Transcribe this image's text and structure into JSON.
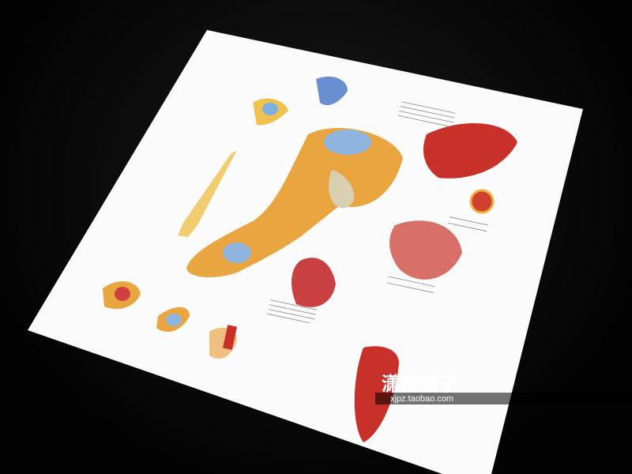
{
  "poster": {
    "title": "Shoulder and Elbow",
    "colors": {
      "paper": "#ffffff",
      "bone": "#e8b24a",
      "muscle": "#c8302a",
      "ligament": "#7fa8d8"
    }
  },
  "watermark": {
    "brand": "潇家铺子",
    "url": "xjpz.taobao.com"
  }
}
